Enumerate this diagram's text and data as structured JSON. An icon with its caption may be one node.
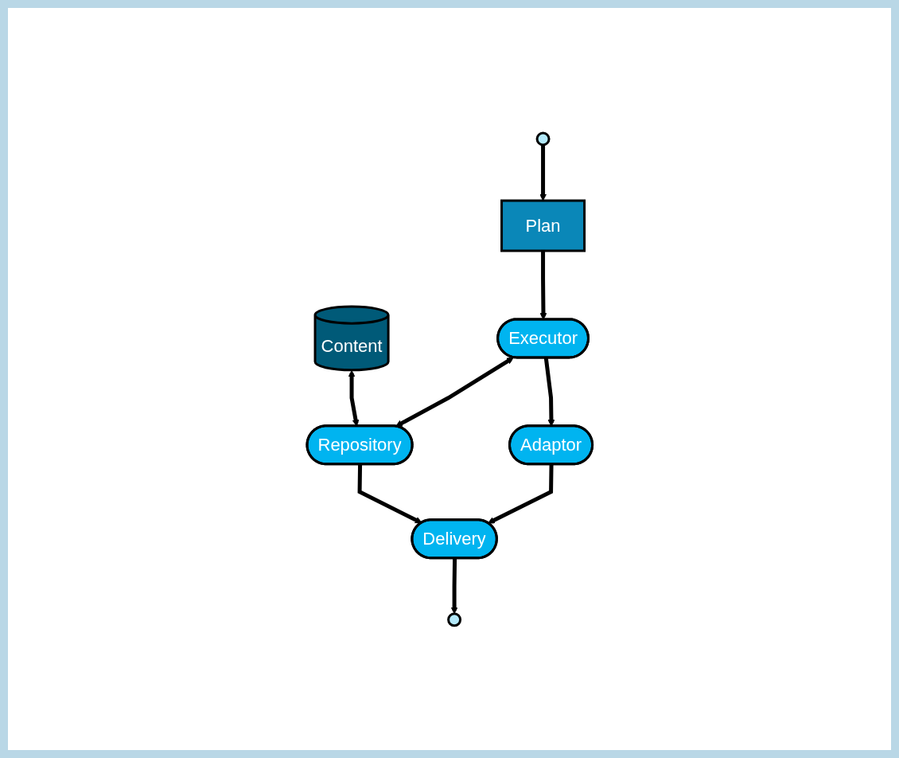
{
  "diagram": {
    "nodes": [
      {
        "text": [],
        "shape": "circle"
      },
      {
        "text": [
          "Plan"
        ]
      },
      {
        "text": [
          "Content"
        ]
      },
      {
        "text": [
          "Executor"
        ]
      },
      {
        "text": [
          "Repository"
        ]
      },
      {
        "text": [
          "Adaptor"
        ]
      },
      {
        "text": [
          "Delivery"
        ]
      },
      {
        "text": [],
        "shape": "circle"
      }
    ],
    "edges": [
      {
        "from": 0,
        "to": 1,
        "arrow": "to"
      },
      {
        "from": 1,
        "to": 3,
        "arrow": "to"
      },
      {
        "from": 2,
        "to": 4,
        "arrow": "both"
      },
      {
        "from": 3,
        "to": 4,
        "arrow": "both"
      },
      {
        "from": 3,
        "to": 5,
        "arrow": "to"
      },
      {
        "from": 4,
        "to": 6,
        "arrow": "to"
      },
      {
        "from": 5,
        "to": 6,
        "arrow": "to"
      },
      {
        "from": 6,
        "to": 7,
        "arrow": "to"
      }
    ]
  }
}
